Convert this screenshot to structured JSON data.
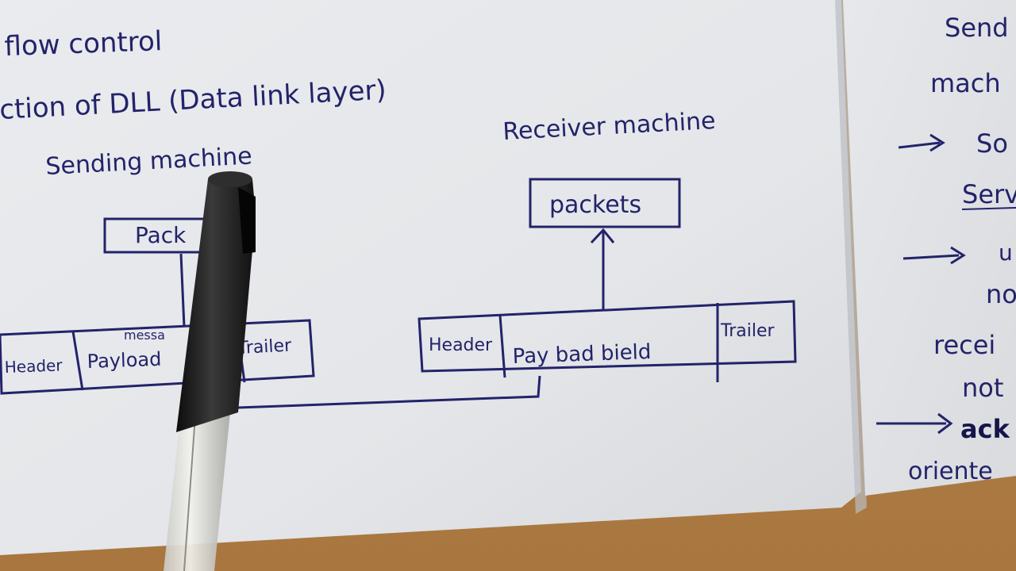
{
  "left_page": {
    "line1": "flow control",
    "line2": "ction of DLL (Data link layer)",
    "sending_label": "Sending machine",
    "receiver_label": "Receiver machine"
  },
  "sending_diagram": {
    "packet_box": "Pack",
    "frame": {
      "header": "Header",
      "payload": "Payload",
      "payload_note": "messa",
      "trailer": "Trailer"
    }
  },
  "receiver_diagram": {
    "packet_box": "packets",
    "frame": {
      "header": "Header",
      "payload": "Pay bad bield",
      "trailer": "Trailer"
    }
  },
  "right_page": {
    "lines": [
      "Send",
      "mach",
      "So",
      "Serv",
      "u",
      "no",
      "recei",
      "not",
      "ack",
      "oriente"
    ]
  },
  "colors": {
    "ink": "#23236a",
    "paper": "#eceef0",
    "desk": "#b8874a",
    "pen_body": "#161616"
  }
}
